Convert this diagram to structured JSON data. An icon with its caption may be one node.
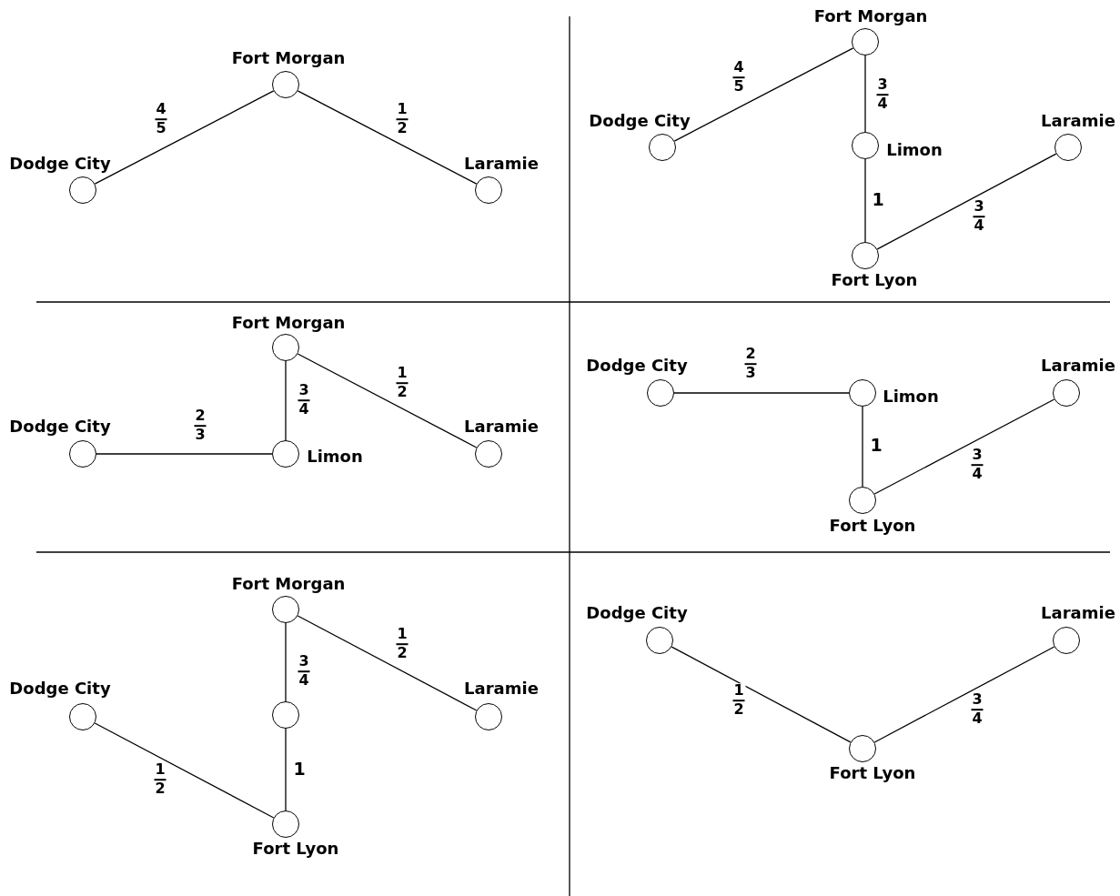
{
  "diagram": {
    "nodes": [
      {
        "text": [
          "Fort Morgan"
        ]
      },
      {
        "text": [
          "Dodge City"
        ]
      },
      {
        "text": [
          "Laramie"
        ]
      },
      {
        "text": [
          "Fort Morgan"
        ]
      },
      {
        "text": [
          "Dodge City"
        ]
      },
      {
        "text": [
          "Limon"
        ]
      },
      {
        "text": [
          "Laramie"
        ]
      },
      {
        "text": [
          "Fort Lyon"
        ]
      },
      {
        "text": [
          "Fort Morgan"
        ]
      },
      {
        "text": [
          "Dodge City"
        ]
      },
      {
        "text": [
          "Laramie"
        ]
      },
      {
        "text": [
          "Limon"
        ]
      },
      {
        "text": [
          "Dodge City"
        ]
      },
      {
        "text": [
          "Limon"
        ]
      },
      {
        "text": [
          "Laramie"
        ]
      },
      {
        "text": [
          "Fort Lyon"
        ]
      },
      {
        "text": [
          "Fort Morgan"
        ]
      },
      {
        "text": [
          "Dodge City"
        ]
      },
      {
        "text": [],
        "shape": "circle"
      },
      {
        "text": [
          "Laramie"
        ]
      },
      {
        "text": [
          "Fort Lyon"
        ]
      },
      {
        "text": [
          "Dodge City"
        ]
      },
      {
        "text": [
          "Laramie"
        ]
      },
      {
        "text": [
          "Fort Lyon"
        ]
      }
    ],
    "edges": [
      {
        "from": 1,
        "to": 0,
        "arrow": "none",
        "label": "4 5"
      },
      {
        "from": 0,
        "to": 2,
        "arrow": "none",
        "label": "1 2"
      },
      {
        "from": 4,
        "to": 3,
        "arrow": "none",
        "label": "4 5"
      },
      {
        "from": 3,
        "to": 5,
        "arrow": "none",
        "label": "3 4"
      },
      {
        "from": 5,
        "to": 7,
        "arrow": "none",
        "label": "1"
      },
      {
        "from": 7,
        "to": 6,
        "arrow": "none",
        "label": "3 4"
      },
      {
        "from": 9,
        "to": 11,
        "arrow": "none",
        "label": "2 3"
      },
      {
        "from": 11,
        "to": 8,
        "arrow": "none",
        "label": "3 4"
      },
      {
        "from": 8,
        "to": 10,
        "arrow": "none",
        "label": "1 2"
      },
      {
        "from": 12,
        "to": 13,
        "arrow": "none",
        "label": "2 3"
      },
      {
        "from": 13,
        "to": 15,
        "arrow": "none",
        "label": "1"
      },
      {
        "from": 15,
        "to": 14,
        "arrow": "none",
        "label": "3 4"
      },
      {
        "from": 16,
        "to": 18,
        "arrow": "none",
        "label": "3 4"
      },
      {
        "from": 16,
        "to": 19,
        "arrow": "none",
        "label": "1 2"
      },
      {
        "from": 18,
        "to": 20,
        "arrow": "none",
        "label": "1"
      },
      {
        "from": 17,
        "to": 20,
        "arrow": "none",
        "label": "1 2"
      },
      {
        "from": 21,
        "to": 23,
        "arrow": "none",
        "label": "1 2"
      },
      {
        "from": 23,
        "to": 22,
        "arrow": "none",
        "label": "3 4"
      }
    ]
  }
}
